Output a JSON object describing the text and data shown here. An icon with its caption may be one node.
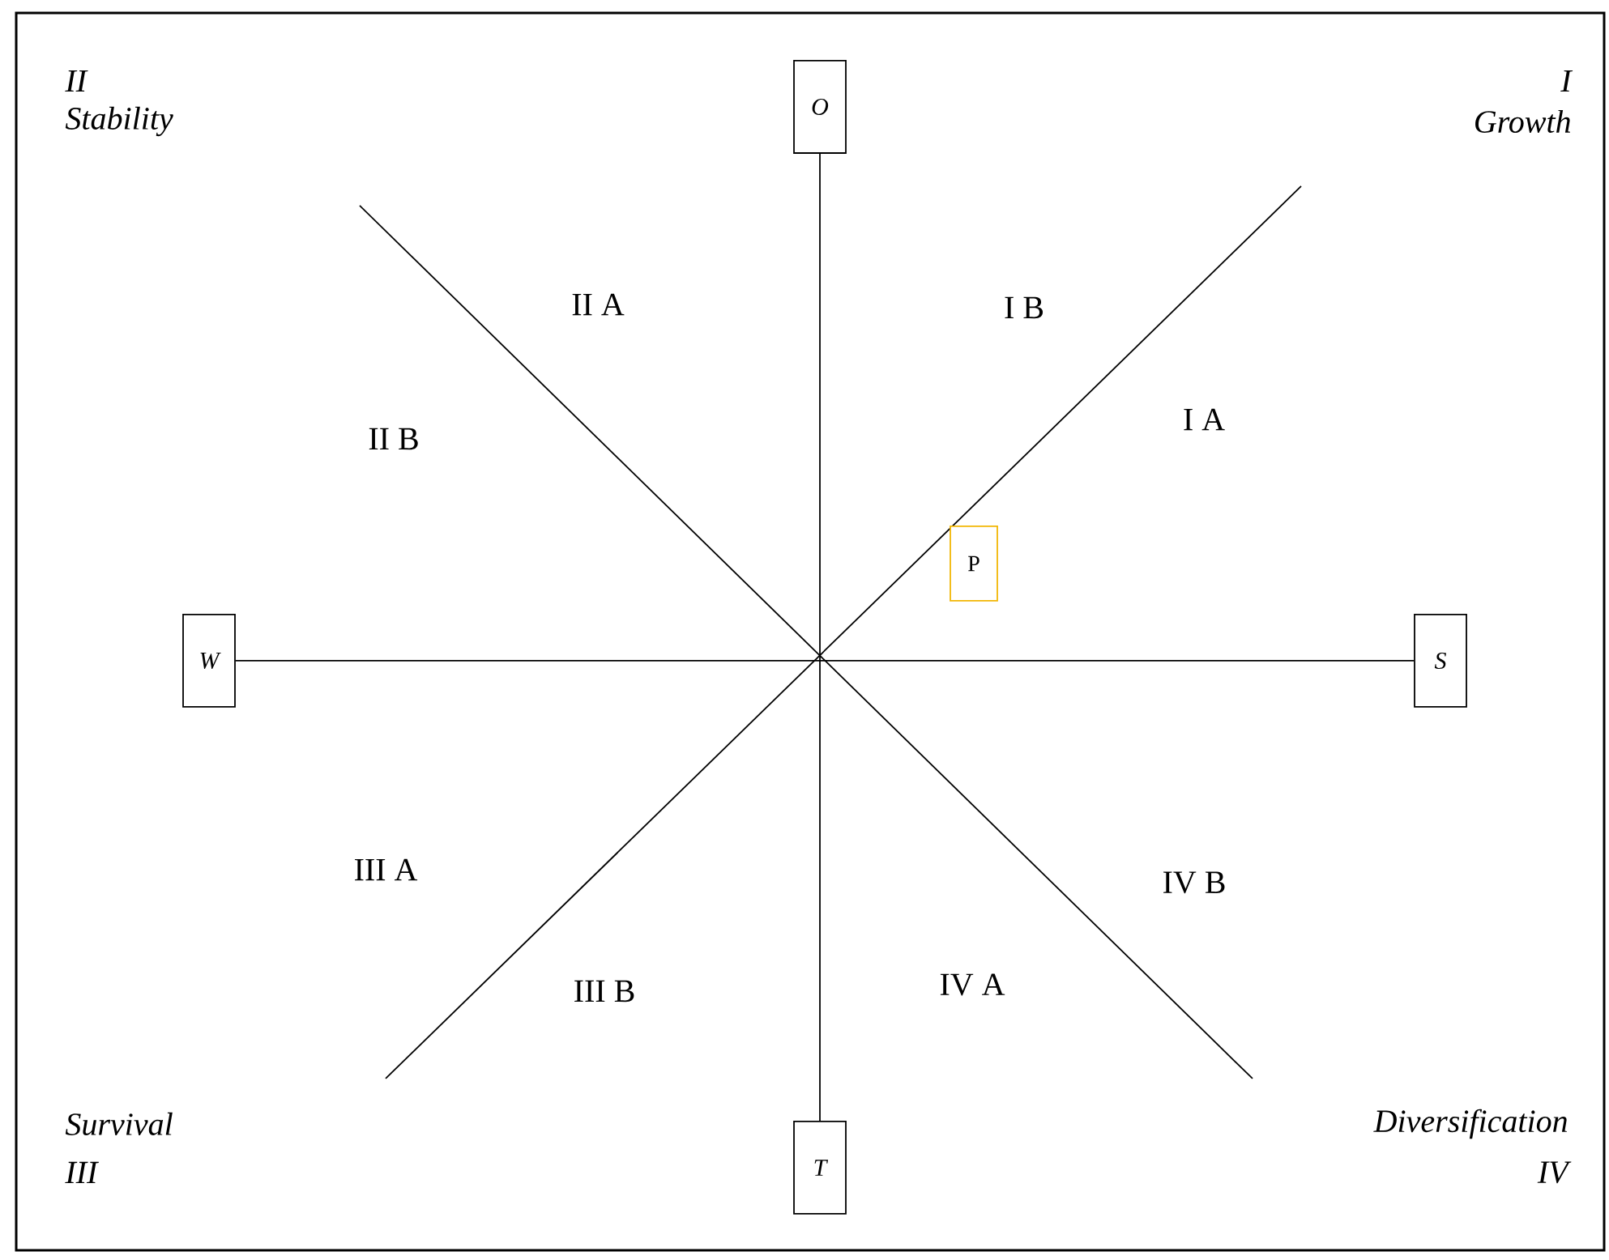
{
  "diagram": {
    "nodes": [
      {
        "text": [
          "O"
        ]
      },
      {
        "text": [
          "W"
        ]
      },
      {
        "text": [
          "S"
        ]
      },
      {
        "text": [
          "T"
        ]
      },
      {
        "text": [
          "P"
        ]
      }
    ],
    "edges": [
      {
        "from": 0,
        "to": 3,
        "arrow": "none"
      },
      {
        "from": 1,
        "to": 2,
        "arrow": "none"
      }
    ],
    "labels": [
      "II",
      "Stability",
      "I",
      "Growth",
      "II A",
      "I B",
      "II B",
      "I A",
      "III A",
      "IV B",
      "III B",
      "IV A",
      "Survival",
      "III",
      "Diversification",
      "IV"
    ]
  }
}
